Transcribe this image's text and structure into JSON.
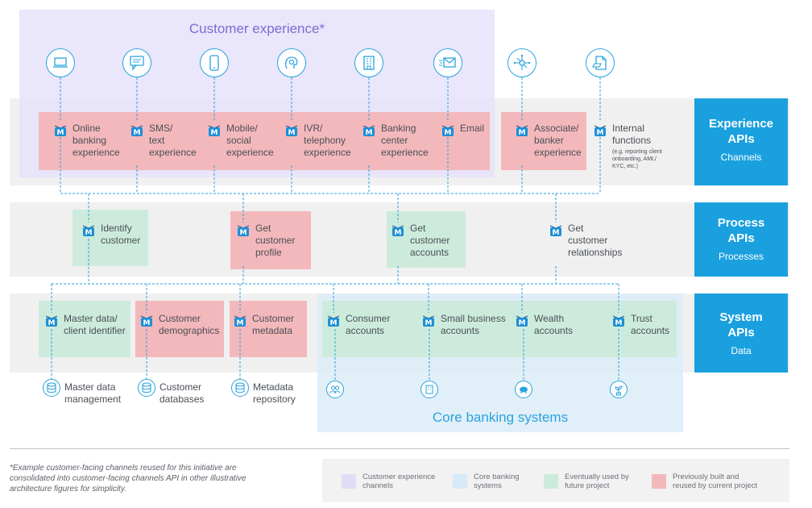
{
  "title": "Customer experience*",
  "core_title": "Core banking systems",
  "tiers": [
    {
      "name": "Experience APIs",
      "line1": "Experience",
      "line2": "APIs",
      "sub": "Channels"
    },
    {
      "name": "Process APIs",
      "line1": "Process",
      "line2": "APIs",
      "sub": "Processes"
    },
    {
      "name": "System APIs",
      "line1": "System",
      "line2": "APIs",
      "sub": "Data"
    }
  ],
  "channel_icons": [
    "laptop-icon",
    "chat-icon",
    "mobile-icon",
    "voice-icon",
    "building-icon",
    "email-icon",
    "network-icon",
    "document-icon"
  ],
  "experience_nodes": [
    {
      "label": "Online\nbanking\nexperience"
    },
    {
      "label": "SMS/\ntext\nexperience"
    },
    {
      "label": "Mobile/\nsocial\nexperience"
    },
    {
      "label": "IVR/\ntelephony\nexperience"
    },
    {
      "label": "Banking\ncenter\nexperience"
    },
    {
      "label": "Email"
    },
    {
      "label": "Associate/\nbanker\nexperience"
    },
    {
      "label": "Internal\nfunctions",
      "note": "(e.g. reporting client\nonboarding, AML/\nKYC, etc.)"
    }
  ],
  "process_nodes": [
    {
      "label": "Identify\ncustomer"
    },
    {
      "label": "Get\ncustomer\nprofile"
    },
    {
      "label": "Get\ncustomer\naccounts"
    },
    {
      "label": "Get\ncustomer\nrelationships"
    }
  ],
  "system_nodes": [
    {
      "label": "Master data/\nclient identifier"
    },
    {
      "label": "Customer\ndemographics"
    },
    {
      "label": "Customer\nmetadata"
    },
    {
      "label": "Consumer\naccounts"
    },
    {
      "label": "Small business\naccounts"
    },
    {
      "label": "Wealth\naccounts"
    },
    {
      "label": "Trust\naccounts"
    }
  ],
  "data_systems": [
    {
      "label": "Master data\nmanagement",
      "icon": "database-icon"
    },
    {
      "label": "Customer\ndatabases",
      "icon": "database-icon"
    },
    {
      "label": "Metadata\nrepository",
      "icon": "database-icon"
    }
  ],
  "core_icons": [
    "people-icon",
    "building-icon",
    "piggy-bank-icon",
    "plant-icon"
  ],
  "footnote": "*Example customer-facing channels reused for this initiative are\nconsolidated into customer-facing channels API in other illustrative\narchitecture figures for simplicity.",
  "legend": [
    {
      "label": "Customer experience\nchannels",
      "color": "#e2dcf7"
    },
    {
      "label": "Core banking\nsystems",
      "color": "#d6eaf7"
    },
    {
      "label": "Eventually used by\nfuture project",
      "color": "#cdebdc"
    },
    {
      "label": "Previously built and\nreused by current project",
      "color": "#f3b8bb"
    }
  ],
  "colors": {
    "accent": "#1aa0de",
    "line": "#2aa3de",
    "red": "#f3b8bb",
    "green": "#cdebdc",
    "purple": "#e6e2fa",
    "core": "#dcecf8"
  }
}
